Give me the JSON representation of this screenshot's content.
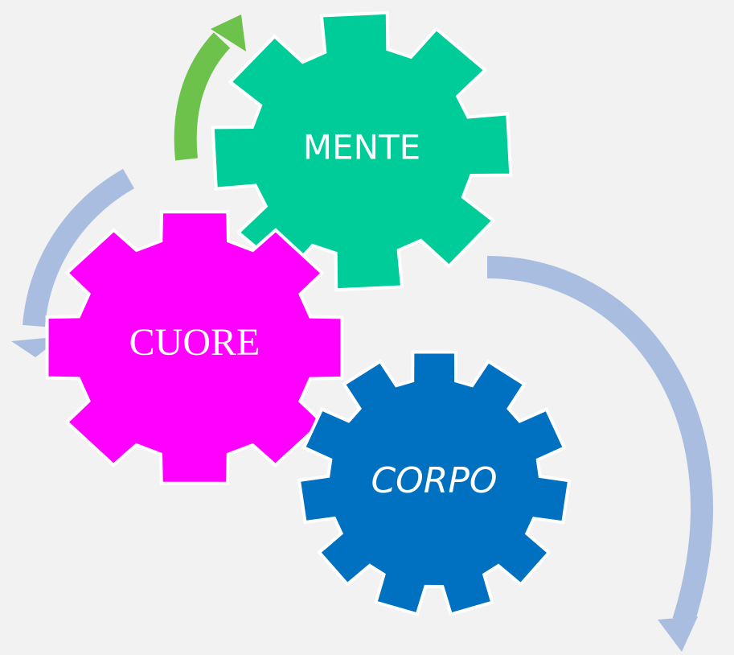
{
  "gears": {
    "mente": {
      "label": "MENTE",
      "color": "#00cc99"
    },
    "cuore": {
      "label": "CUORE",
      "color": "#ff00ff"
    },
    "corpo": {
      "label": "CORPO",
      "color": "#0070c0"
    }
  },
  "arrows": {
    "green": {
      "color": "#6cc24a"
    },
    "blue": {
      "color": "#a9bde0"
    }
  }
}
